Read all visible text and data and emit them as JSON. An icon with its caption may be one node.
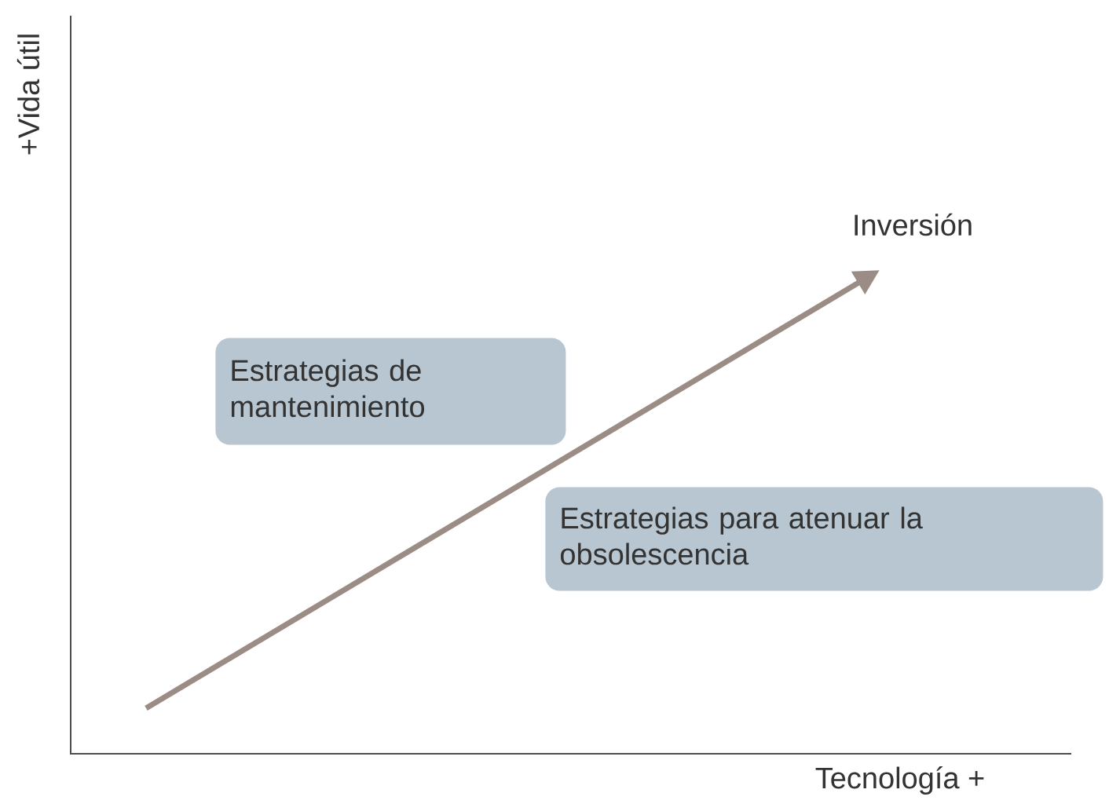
{
  "diagram": {
    "nodes": [
      {
        "text": [
          "Estrategias de mantenimiento"
        ]
      },
      {
        "text": [
          "Estrategias para atenuar la obsolescencia"
        ]
      }
    ],
    "labels": [
      "+Vida útil",
      "Inversión",
      "Tecnología  +"
    ]
  }
}
